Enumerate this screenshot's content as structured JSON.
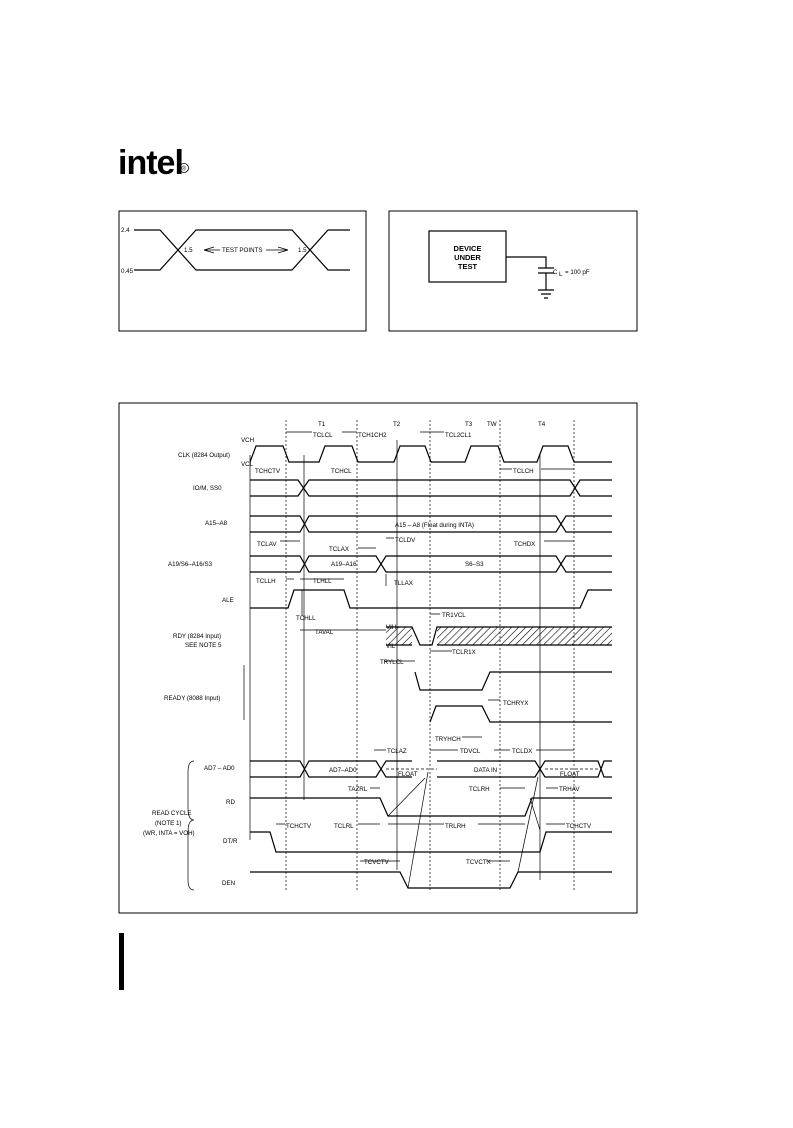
{
  "logo": {
    "text": "intel",
    "mark": "®"
  },
  "test_points": {
    "v_high": "2.4",
    "v_low": "0.45",
    "left_level": "1.5",
    "right_level": "1.5",
    "caption": "TEST POINTS"
  },
  "load_circuit": {
    "device_line1": "DEVICE",
    "device_line2": "UNDER",
    "device_line3": "TEST",
    "cap_label": "C",
    "cap_sub": "L",
    "cap_value": "= 100 pF",
    "ground_icon": "ground-icon"
  },
  "timing": {
    "states": [
      "T1",
      "T2",
      "T3",
      "TW",
      "T4"
    ],
    "signals": {
      "clk": "CLK (8284 Output)",
      "vch": "VCH",
      "vcl": "VCL",
      "iom": "IO/M, SS0",
      "a15a8": "A15–A8",
      "a19s3": "A19/S6–A16/S3",
      "ale": "ALE",
      "rdy1": "RDY (8284 Input)",
      "rdy2": "SEE NOTE 5",
      "ready": "READY (8088 Input)",
      "ad": "AD7 – AD0",
      "rd": "RD",
      "dtr": "DT/R",
      "den": "DEN",
      "rc1": "READ CYCLE",
      "rc2": "(NOTE 1)",
      "rc3": "(WR, INTA = VOH)",
      "vih": "VIH",
      "vil": "VIL"
    },
    "bus_labels": {
      "a15a8_float": "A15 – A8 (Float during INTA)",
      "a19a16": "A19–A16",
      "s6s3": "S6–S3",
      "ad_addr": "AD7–AD0",
      "float1": "FLOAT",
      "data_in": "DATA IN",
      "float2": "FLOAT"
    },
    "params": {
      "tclcl": "TCLCL",
      "tch1ch2": "TCH1CH2",
      "tcl2cl1": "TCL2CL1",
      "tchctv": "TCHCTV",
      "tchcl": "TCHCL",
      "tclch": "TCLCH",
      "tclav": "TCLAV",
      "tclax": "TCLAX",
      "tcldv": "TCLDV",
      "tchdx": "TCHDX",
      "tcllh": "TCLLH",
      "tlhll": "TLHLL",
      "tllax": "TLLAX",
      "tchll": "TCHLL",
      "tr1vcl": "TR1VCL",
      "taval": "TAVAL",
      "tclr1x": "TCLR1X",
      "trylcl": "TRYLCL",
      "tchryx": "TCHRYX",
      "tryhch": "TRYHCH",
      "tclaz": "TCLAZ",
      "tdvcl": "TDVCL",
      "tcldx": "TCLDX",
      "tazrl": "TAZRL",
      "tclrh": "TCLRH",
      "trhav": "TRHAV",
      "tchctv2": "TCHCTV",
      "tclrl": "TCLRL",
      "trlrh": "TRLRH",
      "tchctv3": "TCHCTV",
      "tcvctv": "TCVCTV",
      "tcvctx": "TCVCTX"
    }
  }
}
